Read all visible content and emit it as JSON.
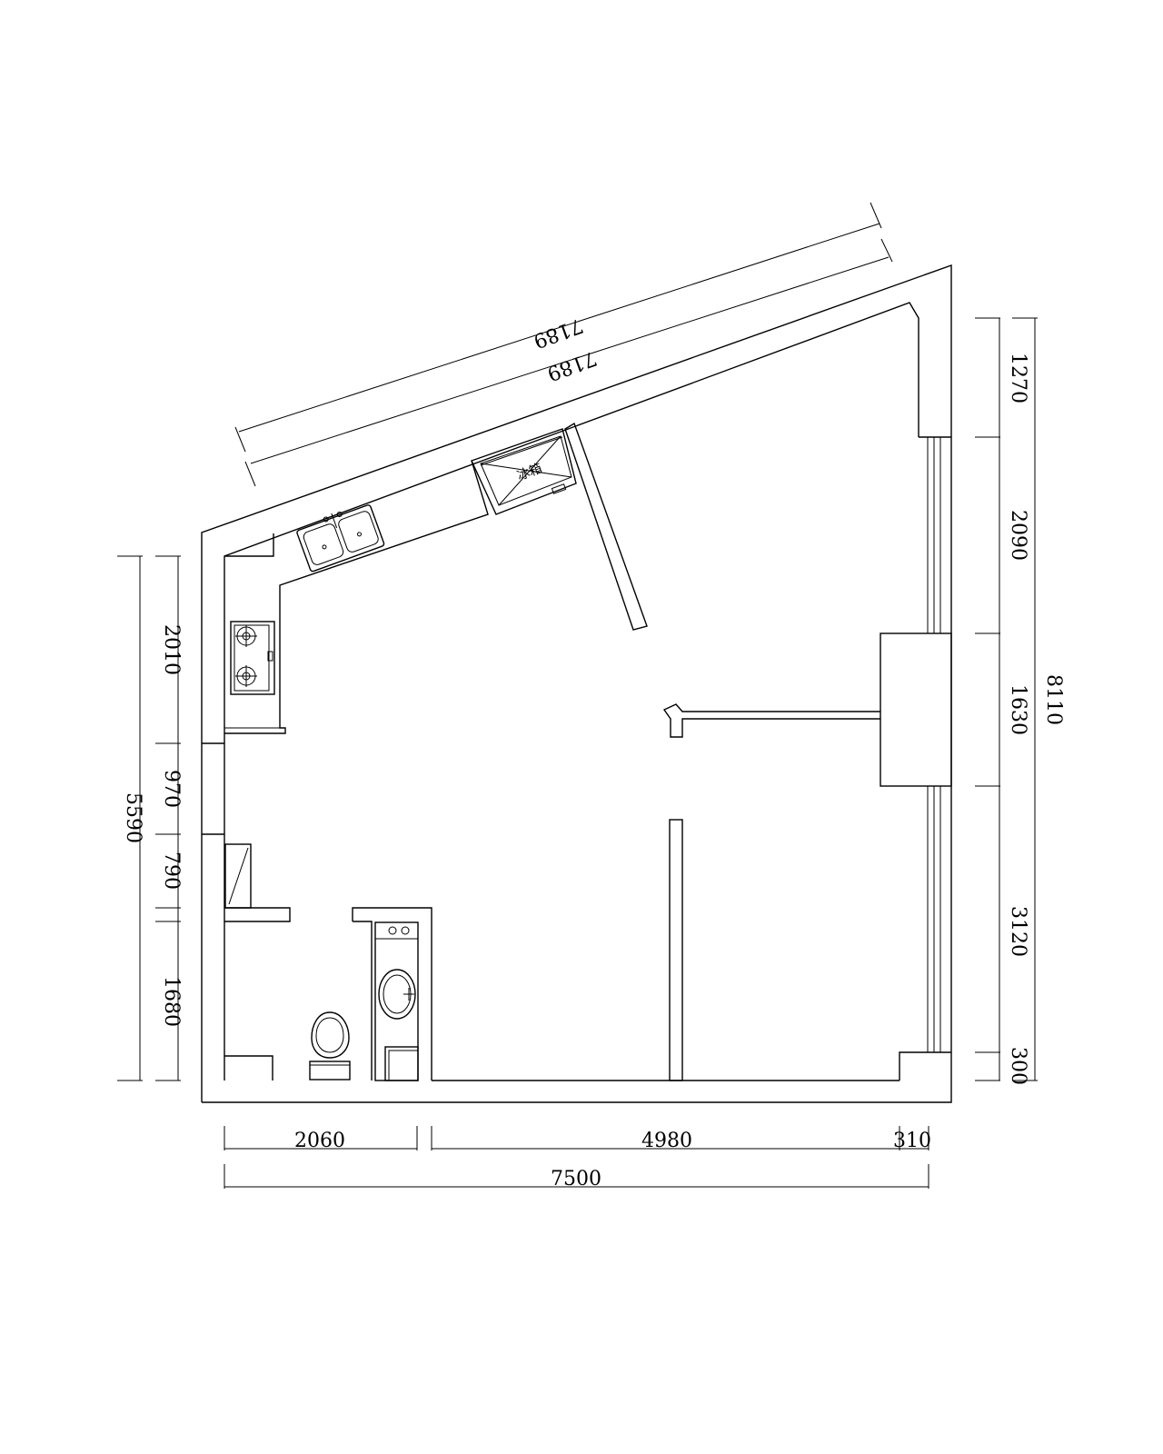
{
  "dimensions": {
    "top_outer": "7189",
    "top_inner": "7189",
    "left_total": "5590",
    "left_1": "2010",
    "left_2": "970",
    "left_3": "790",
    "left_4": "1680",
    "right_total": "8110",
    "right_1": "1270",
    "right_2": "2090",
    "right_3": "1630",
    "right_4": "3120",
    "right_5": "300",
    "bottom_1": "2060",
    "bottom_2": "4980",
    "bottom_3": "310",
    "bottom_total": "7500"
  },
  "labels": {
    "fridge": "冰箱"
  }
}
